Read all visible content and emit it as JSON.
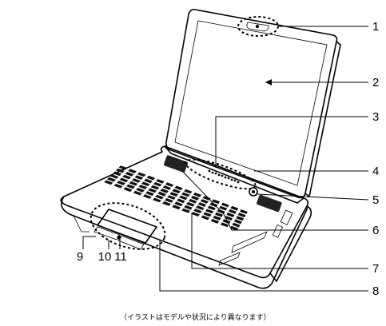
{
  "labels": [
    "1",
    "2",
    "3",
    "4",
    "5",
    "6",
    "7",
    "8",
    "9",
    "10",
    "11"
  ],
  "caption": "（イラストはモデルや状況により異なります）",
  "colors": {
    "line": "#000000",
    "screen": "#ffffff",
    "keys": "#111111",
    "background": "#ffffff"
  }
}
